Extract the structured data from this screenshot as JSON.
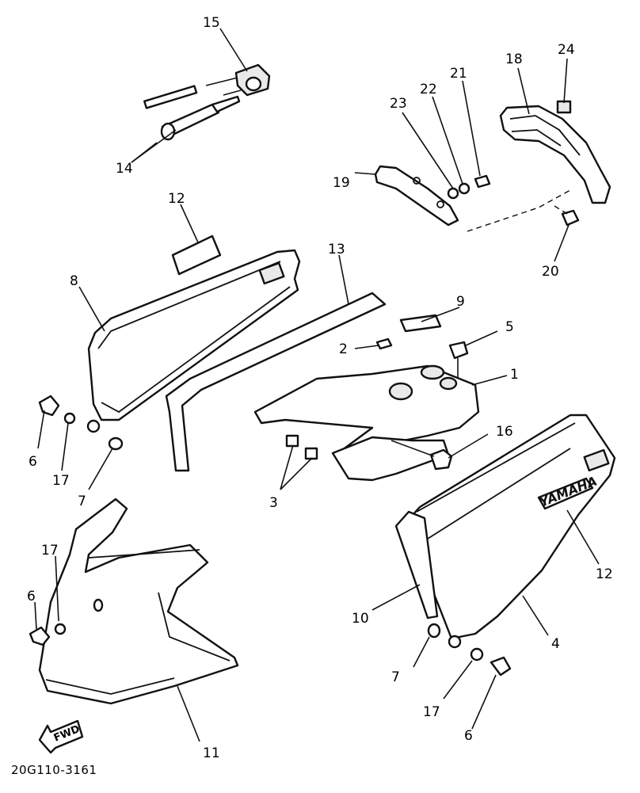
{
  "callouts": {
    "c1": "1",
    "c2": "2",
    "c3": "3",
    "c4": "4",
    "c5": "5",
    "c6a": "6",
    "c6b": "6",
    "c6c": "6",
    "c7a": "7",
    "c7b": "7",
    "c8": "8",
    "c9": "9",
    "c10": "10",
    "c11": "11",
    "c12a": "12",
    "c12b": "12",
    "c13": "13",
    "c14": "14",
    "c15": "15",
    "c16": "16",
    "c17a": "17",
    "c17b": "17",
    "c17c": "17",
    "c18": "18",
    "c19": "19",
    "c20": "20",
    "c21": "21",
    "c22": "22",
    "c23": "23",
    "c24": "24"
  },
  "fwd_label": "FWD",
  "emblem_text": "YAMAHA",
  "drawing_code": "20G110-3161"
}
